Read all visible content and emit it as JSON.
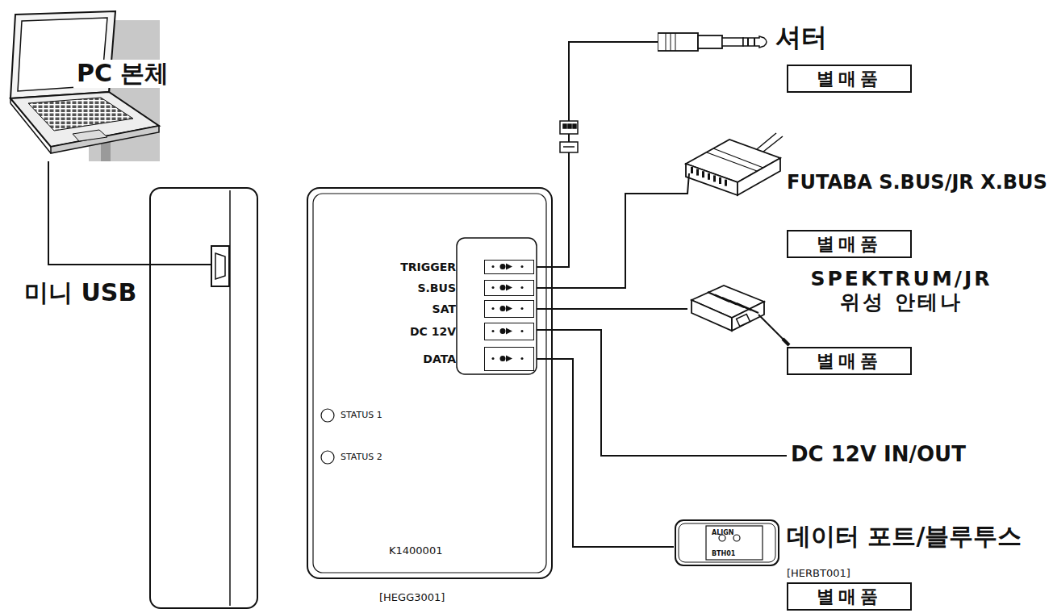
{
  "diagram": {
    "nodes": [
      {
        "text": [
          "PC 본체"
        ]
      },
      {
        "text": [
          "미니 USB"
        ]
      },
      {
        "text": [
          "STATUS 1",
          "STATUS 2",
          "K1400001",
          "[HEGG3001]"
        ]
      },
      {
        "text": [
          "TRIGGER"
        ],
        "in": 2
      },
      {
        "text": [
          "S.BUS"
        ],
        "in": 2
      },
      {
        "text": [
          "SAT"
        ],
        "in": 2
      },
      {
        "text": [
          "DC 12V"
        ],
        "in": 2
      },
      {
        "text": [
          "DATA"
        ],
        "in": 2
      },
      {
        "text": [
          "셔터"
        ]
      },
      {
        "text": [
          "별매품"
        ]
      },
      {
        "text": [
          "FUTABA S.BUS/JR X.BUS"
        ]
      },
      {
        "text": [
          "별매품"
        ]
      },
      {
        "text": [
          "SPEKTRUM/JR 위성 안테나"
        ]
      },
      {
        "text": [
          "별매품"
        ]
      },
      {
        "text": [
          "데이터 포트/블루투스",
          "[HERBT001]"
        ]
      },
      {
        "text": [
          "별매품"
        ]
      }
    ],
    "edges": [
      {
        "from": 0,
        "to": 1,
        "arrow": "none"
      },
      {
        "from": 3,
        "to": 8,
        "arrow": "none"
      },
      {
        "from": 4,
        "to": 10,
        "arrow": "none"
      },
      {
        "from": 5,
        "to": 12,
        "arrow": "none"
      },
      {
        "from": 7,
        "to": 14,
        "arrow": "none"
      }
    ],
    "labels": [
      "DC 12V IN/OUT",
      "ALIGN",
      "BTH01"
    ]
  }
}
